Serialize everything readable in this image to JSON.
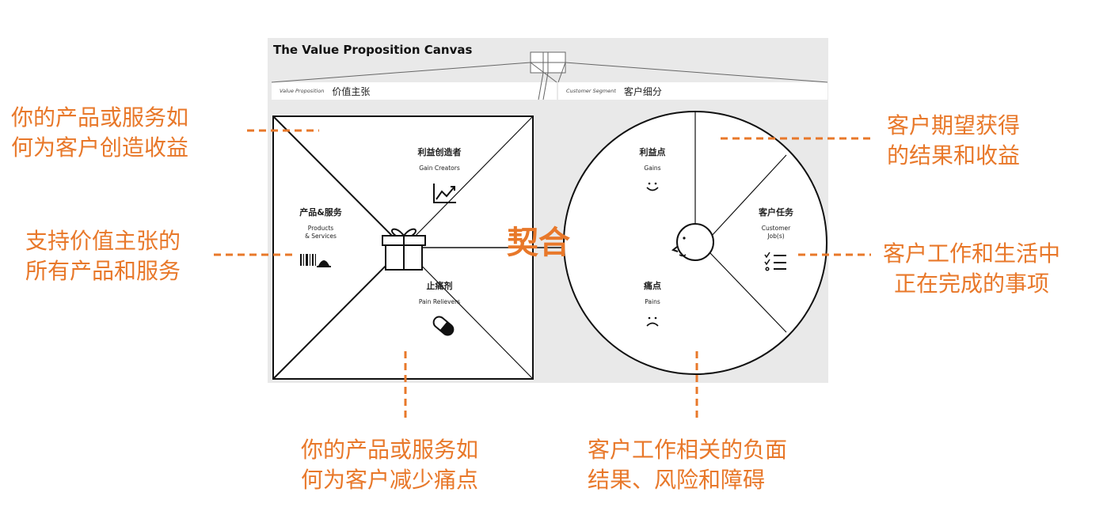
{
  "canvas": {
    "title": "The Value Proposition Canvas",
    "value_proposition_en": "Value Proposition",
    "value_proposition_cn": "价值主张",
    "customer_segment_en": "Customer Segment",
    "customer_segment_cn": "客户细分"
  },
  "square": {
    "gain_creators_cn": "利益创造者",
    "gain_creators_en": "Gain Creators",
    "products_cn": "产品&服务",
    "products_en_1": "Products",
    "products_en_2": "& Services",
    "pain_relievers_cn": "止痛剂",
    "pain_relievers_en": "Pain Relievers"
  },
  "circle": {
    "gains_cn": "利益点",
    "gains_en": "Gains",
    "jobs_cn": "客户任务",
    "jobs_en_1": "Customer",
    "jobs_en_2": "Job(s)",
    "pains_cn": "痛点",
    "pains_en": "Pains"
  },
  "fit_label": "契合",
  "annotations": {
    "gain_creators": [
      "你的产品或服务如",
      "何为客户创造收益"
    ],
    "products": [
      "支持价值主张的",
      "所有产品和服务"
    ],
    "pain_relievers": [
      "你的产品或服务如",
      "何为客户减少痛点"
    ],
    "gains": [
      "客户期望获得",
      "的结果和收益"
    ],
    "jobs": [
      "客户工作和生活中",
      "正在完成的事项"
    ],
    "pains": [
      "客户工作相关的负面",
      "结果、风险和障碍"
    ]
  },
  "colors": {
    "accent": "#e8782a",
    "panel": "#e9e9e9",
    "line": "#111111"
  },
  "icons": [
    "gift-icon",
    "chart-up-icon",
    "barcode-icon",
    "pill-icon",
    "smile-icon",
    "frown-icon",
    "checklist-icon",
    "face-icon"
  ]
}
